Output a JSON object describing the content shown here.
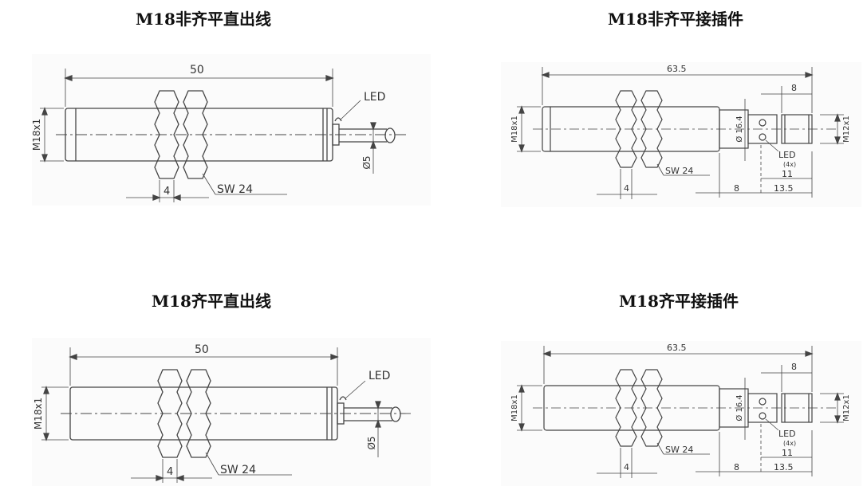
{
  "panels": [
    {
      "title": "M18非齐平直出线",
      "dims": {
        "length": "50",
        "thread": "M18x1",
        "nut": "4",
        "sw": "SW 24",
        "led": "LED",
        "cable": "Ø5"
      }
    },
    {
      "title": "M18非齐平接插件",
      "dims": {
        "length": "63.5",
        "thread": "M18x1",
        "diameter": "Ø 16.4",
        "conn_thread": "M12x1",
        "conn_len": "8",
        "led": "LED",
        "led_count": "(4x)",
        "d11": "11",
        "d13": "13.5",
        "d8": "8",
        "nut": "4",
        "sw": "SW 24"
      }
    },
    {
      "title": "M18齐平直出线",
      "dims": {
        "length": "50",
        "thread": "M18x1",
        "nut": "4",
        "sw": "SW 24",
        "led": "LED",
        "cable": "Ø5"
      }
    },
    {
      "title": "M18齐平接插件",
      "dims": {
        "length": "63.5",
        "thread": "M18x1",
        "diameter": "Ø 16.4",
        "conn_thread": "M12x1",
        "conn_len": "8",
        "led": "LED",
        "led_count": "(4x)",
        "d11": "11",
        "d13": "13.5",
        "d8": "8",
        "nut": "4",
        "sw": "SW 24"
      }
    }
  ]
}
